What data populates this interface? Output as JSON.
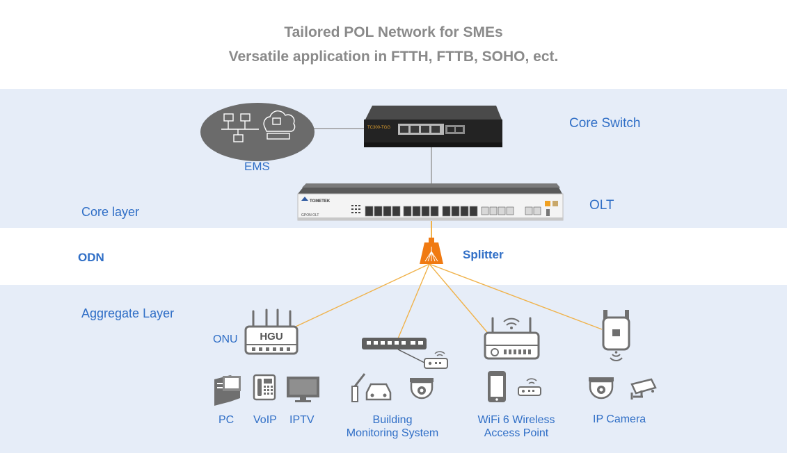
{
  "title": {
    "line1": "Tailored POL Network for SMEs",
    "line2": "Versatile application in FTTH, FTTB, SOHO, ect."
  },
  "layers": {
    "core": "Core layer",
    "odn": "ODN",
    "aggregate": "Aggregate Layer"
  },
  "devices": {
    "ems": "EMS",
    "core_switch": "Core Switch",
    "core_switch_model": "TC300-TGG",
    "olt": "OLT",
    "olt_brand": "TOMETEK",
    "olt_model": "GPON OLT",
    "splitter": "Splitter",
    "onu": "ONU",
    "hgu": "HGU"
  },
  "endpoints": {
    "pc": "PC",
    "voip": "VoIP",
    "iptv": "IPTV",
    "building_line1": "Building",
    "building_line2": "Monitoring System",
    "wifi_line1": "WiFi 6 Wireless",
    "wifi_line2": "Access Point",
    "ipcam": "IP Camera"
  },
  "colors": {
    "band": "#e6edf8",
    "label_blue": "#2f6ec6",
    "title_gray": "#8a8a8a",
    "fiber": "#f0b24a",
    "splitter": "#f07a12",
    "icon_gray": "#6f6f6f"
  }
}
